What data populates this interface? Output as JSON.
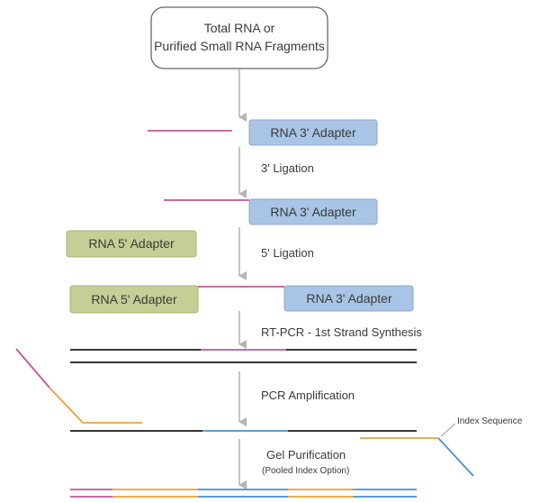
{
  "start_box": {
    "line1": "Total RNA or",
    "line2": "Purified Small RNA Fragments"
  },
  "adapters": {
    "rna3": "RNA 3' Adapter",
    "rna5": "RNA 5' Adapter"
  },
  "steps": {
    "ligation3": "3' Ligation",
    "ligation5": "5' Ligation",
    "rtpcr": "RT-PCR - 1st Strand Synthesis",
    "pcr": "PCR Amplification",
    "gel": "Gel Purification",
    "gel_sub": "(Pooled Index Option)"
  },
  "annotations": {
    "index_sequence": "Index Sequence"
  },
  "colors": {
    "rna_strand": "#c0559a",
    "adapter3_fill": "#a9c4e4",
    "adapter3_stroke": "#8aa9cf",
    "adapter5_fill": "#c3cf95",
    "adapter5_stroke": "#a7b574",
    "dna_strand": "#1a1a1a",
    "orange_strand": "#e9a23b",
    "blue_strand": "#4a8fd0",
    "arrow": "#b5b5b5",
    "box_border": "#666666"
  }
}
